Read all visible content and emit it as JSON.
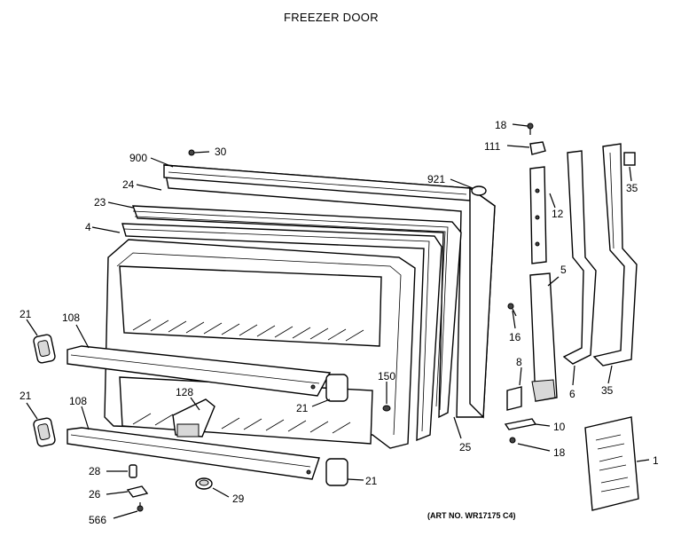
{
  "title": "FREEZER DOOR",
  "art_number": "(ART NO. WR17175 C4)",
  "callouts": {
    "c18a": "18",
    "c111": "111",
    "c30": "30",
    "c900": "900",
    "c921": "921",
    "c24": "24",
    "c23": "23",
    "c4": "4",
    "c12": "12",
    "c35a": "35",
    "c5": "5",
    "c16": "16",
    "c21a": "21",
    "c108a": "108",
    "c8": "8",
    "c150": "150",
    "c128": "128",
    "c21b": "21",
    "c6": "6",
    "c35b": "35",
    "c21c": "21",
    "c108b": "108",
    "c10": "10",
    "c25": "25",
    "c18b": "18",
    "c1": "1",
    "c28": "28",
    "c21d": "21",
    "c26": "26",
    "c29": "29",
    "c566": "566"
  }
}
